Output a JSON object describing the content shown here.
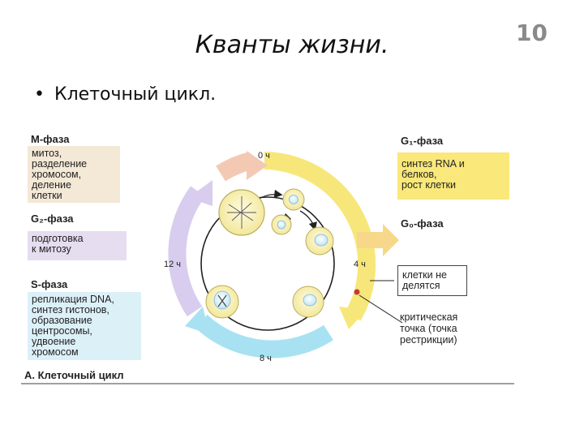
{
  "slide": {
    "title": "Кванты жизни.",
    "page_number": "10",
    "bullet": "Клеточный цикл."
  },
  "figure": {
    "caption": "A. Клеточный цикл",
    "phases": {
      "m": {
        "title": "M-фаза",
        "lines": [
          "митоз,",
          "разделение",
          "хромосом,",
          "деление",
          "клетки"
        ],
        "color": "#f4e8d6"
      },
      "g2": {
        "title": "G₂-фаза",
        "lines": [
          "подготовка",
          "к митозу"
        ],
        "color": "#e6ddf0"
      },
      "s": {
        "title": "S-фаза",
        "lines": [
          "репликация DNA,",
          "синтез гистонов,",
          "образование",
          "центросомы,",
          "удвоение",
          "хромосом"
        ],
        "color": "#dcf0f8"
      },
      "g1": {
        "title": "G₁-фаза",
        "lines": [
          "синтез RNA и",
          "белков,",
          "рост клетки"
        ],
        "color": "#fae87a"
      },
      "g0": {
        "title": "G₀-фаза",
        "lines": [
          "клетки не",
          "делятся"
        ]
      }
    },
    "time_labels": {
      "t0": "0 ч",
      "t4": "4 ч",
      "t8": "8 ч",
      "t12": "12 ч"
    },
    "restriction_point": [
      "критическая",
      "точка (точка",
      "рестрикции)"
    ]
  }
}
